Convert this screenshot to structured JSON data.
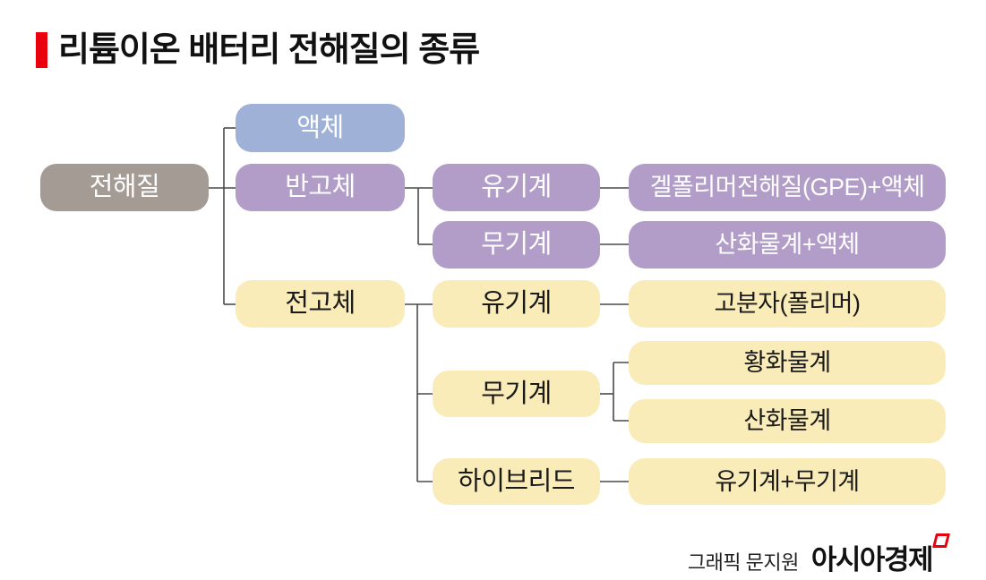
{
  "title": "리튬이온 배터리 전해질의 종류",
  "nodes": {
    "root": "전해질",
    "liquid": "액체",
    "semisolid": "반고체",
    "allsolid": "전고체",
    "semi_organic": "유기계",
    "semi_organic_detail": "겔폴리머전해질(GPE)+액체",
    "semi_inorganic": "무기계",
    "semi_inorganic_detail": "산화물계+액체",
    "solid_organic": "유기계",
    "solid_organic_detail": "고분자(폴리머)",
    "solid_inorganic": "무기계",
    "solid_inorganic_sulfide": "황화물계",
    "solid_inorganic_oxide": "산화물계",
    "hybrid": "하이브리드",
    "hybrid_detail": "유기계+무기계"
  },
  "footer": {
    "credit": "그래픽 문지원",
    "brand": "아시아경제"
  },
  "colors": {
    "accent_red": "#e8000d",
    "node_gray": "#a59b95",
    "node_blue": "#a0b1d8",
    "node_purple": "#b19dc8",
    "node_yellow": "#faecb8",
    "connector": "#4a4a4a",
    "text_dark": "#1a1a1a",
    "text_light": "#ffffff"
  }
}
